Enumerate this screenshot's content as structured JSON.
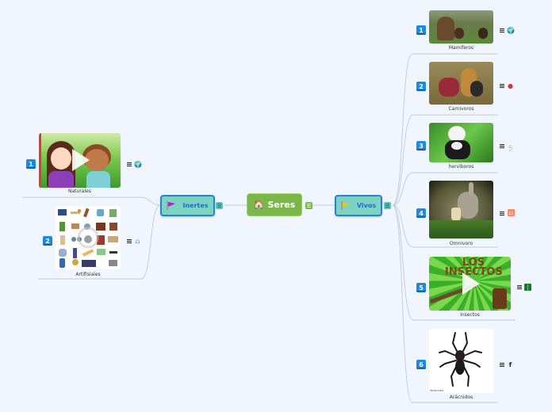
{
  "root": {
    "label": "Seres",
    "icon": "house-icon",
    "color": "#7ab648"
  },
  "left_branch": {
    "label": "Inertes",
    "icon": "flag-purple-icon",
    "children": [
      {
        "number": "1",
        "label": "Naturales",
        "image": "cartoon-kids-video",
        "has_play": true,
        "note_icon": "notes-icon",
        "link_icon": "globe-icon"
      },
      {
        "number": "2",
        "label": "Artifisiales",
        "image": "objects-grid",
        "has_play": false,
        "note_icon": "notes-icon",
        "link_icon": "bridge-icon"
      }
    ]
  },
  "right_branch": {
    "label": "Vivos",
    "icon": "flag-yellow-icon",
    "children": [
      {
        "number": "1",
        "label": "Mamiferos",
        "image": "bears",
        "link_icon": "globe-icon"
      },
      {
        "number": "2",
        "label": "Carnivoros",
        "image": "lions",
        "link_icon": "flag-badge-icon"
      },
      {
        "number": "3",
        "label": "herviboros",
        "image": "panda",
        "link_icon": "script-glyph-icon"
      },
      {
        "number": "4",
        "label": "Omnivoro",
        "image": "rabbit",
        "link_icon": "orange-app-icon"
      },
      {
        "number": "5",
        "label": "Insectos",
        "image": "los-insectos-video",
        "title_text": "LOS INSECTOS",
        "has_play": true,
        "link_icon": "green-leaf-icon"
      },
      {
        "number": "6",
        "label": "Arácnidos",
        "image": "spider",
        "link_icon": "facebook-icon"
      }
    ]
  },
  "colors": {
    "main_fill": "#7dd3c3",
    "main_border": "#2a7fd6",
    "number_badge": "#1b8be0",
    "line": "#c9ccd4"
  }
}
